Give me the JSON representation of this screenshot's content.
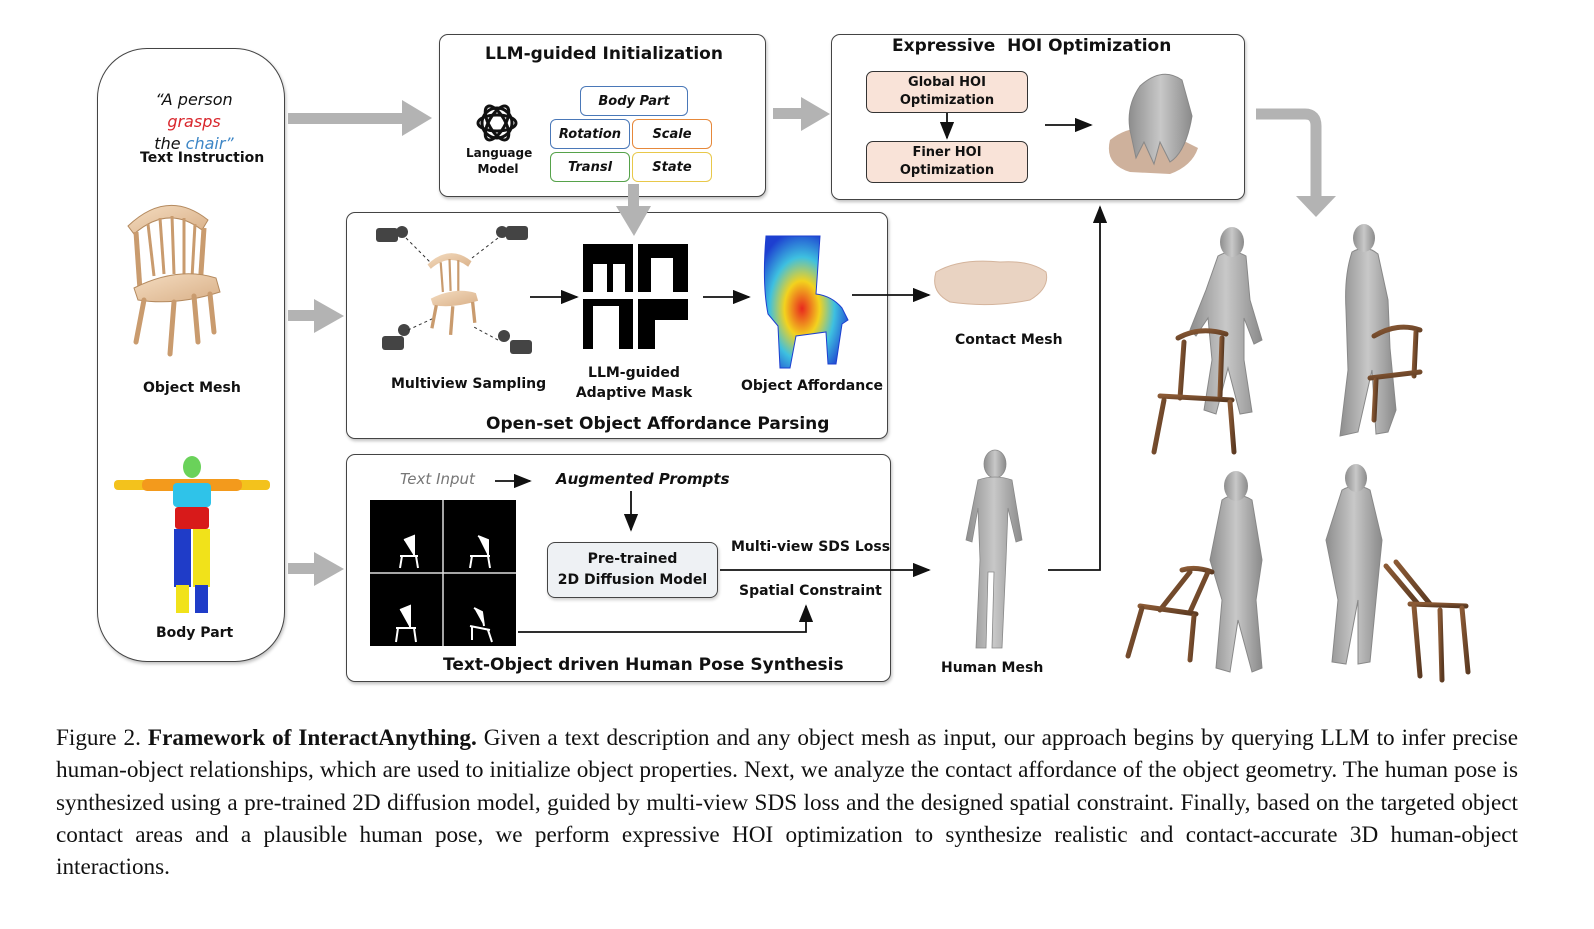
{
  "input_panel": {
    "quote_prefix": "“A person ",
    "quote_verb": "grasps",
    "quote_article": "the ",
    "quote_object": "chair",
    "quote_close": "”",
    "text_instruction": "Text Instruction",
    "object_mesh": "Object Mesh",
    "body_part": "Body Part"
  },
  "llm_init": {
    "title": "LLM-guided Initialization",
    "language_model_line1": "Language",
    "language_model_line2": "Model",
    "tags": [
      "Body Part",
      "Rotation",
      "Scale",
      "Transl",
      "State"
    ]
  },
  "hoi_opt": {
    "title": "Expressive  HOI Optimization",
    "global_line1": "Global HOI",
    "global_line2": "Optimization",
    "finer_line1": "Finer HOI",
    "finer_line2": "Optimization"
  },
  "affordance": {
    "title": "Open-set Object Affordance Parsing",
    "multiview": "Multiview Sampling",
    "mask_line1": "LLM-guided",
    "mask_line2": "Adaptive Mask",
    "object_affordance": "Object Affordance",
    "contact_mesh": "Contact Mesh"
  },
  "pose": {
    "title": "Text-Object driven Human Pose Synthesis",
    "text_input": "Text Input",
    "augmented": "Augmented Prompts",
    "pretrained_line1": "Pre-trained",
    "pretrained_line2": "2D Diffusion Model",
    "sds": "Multi-view SDS Loss",
    "spatial": "Spatial Constraint",
    "human_mesh": "Human Mesh"
  },
  "caption": {
    "prefix": "Figure 2. ",
    "bold": "Framework of InteractAnything.",
    "body": " Given a text description and any object mesh as input, our approach begins by querying LLM to infer precise human-object relationships, which are used to initialize object properties. Next, we analyze the contact affordance of the object geometry. The human pose is synthesized using a pre-trained 2D diffusion model, guided by multi-view SDS loss and the designed spatial constraint. Finally, based on the targeted object contact areas and a plausible human pose, we perform expressive HOI optimization to synthesize realistic and contact-accurate 3D human-object interactions."
  },
  "colors": {
    "grasps": "#d9262c",
    "chair": "#3d86c6",
    "grey_arrow": "#b3b3b3",
    "tag_body_part": "#4a78b8",
    "tag_rotation": "#4a78b8",
    "tag_scale": "#e6883a",
    "tag_transl": "#56a24a",
    "tag_state": "#e8c84a",
    "pink": "#f9e3d8"
  },
  "icons": [
    "openai-logo-icon",
    "camera-icon",
    "snowflake-icon",
    "chair-mesh",
    "human-mesh",
    "hand-mesh",
    "affordance-heatmap",
    "mask-grid"
  ]
}
